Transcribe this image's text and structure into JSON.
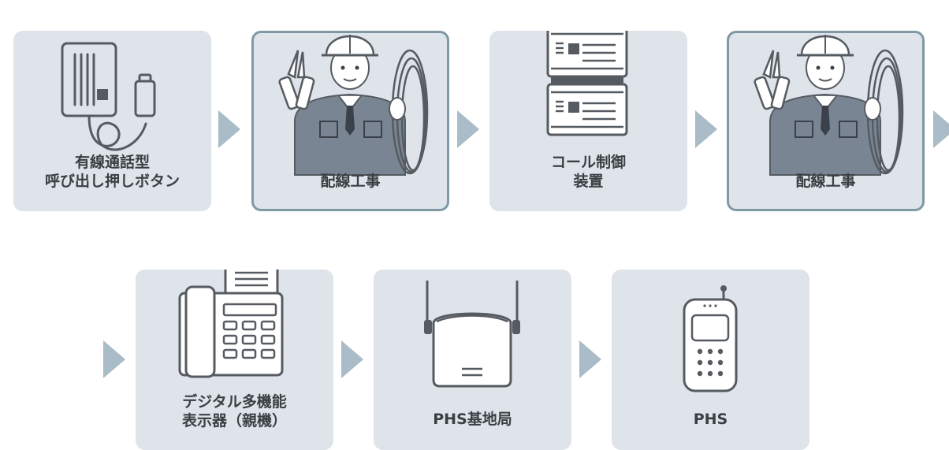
{
  "steps": [
    {
      "label_lines": [
        "有線通話型",
        "呼び出し押しボタン"
      ],
      "icon": "push-button-device-icon"
    },
    {
      "label_lines": [
        "配線工事"
      ],
      "icon": "wiring-technician-icon"
    },
    {
      "label_lines": [
        "コール制御",
        "装置"
      ],
      "icon": "call-control-unit-icon"
    },
    {
      "label_lines": [
        "配線工事"
      ],
      "icon": "wiring-technician-icon"
    },
    {
      "label_lines": [
        "デジタル多機能",
        "表示器（親機）"
      ],
      "icon": "multifunction-phone-icon"
    },
    {
      "label_lines": [
        "PHS基地局"
      ],
      "icon": "phs-base-station-icon"
    },
    {
      "label_lines": [
        "PHS"
      ],
      "icon": "phs-handset-icon"
    }
  ],
  "colors": {
    "card_bg": "#dfe4ea",
    "card_border_work": "#7f98a6",
    "arrow": "#a9bcc7",
    "label_text": "#3b3f44",
    "icon_stroke": "#555b61",
    "worker_suit": "#7a8593"
  }
}
